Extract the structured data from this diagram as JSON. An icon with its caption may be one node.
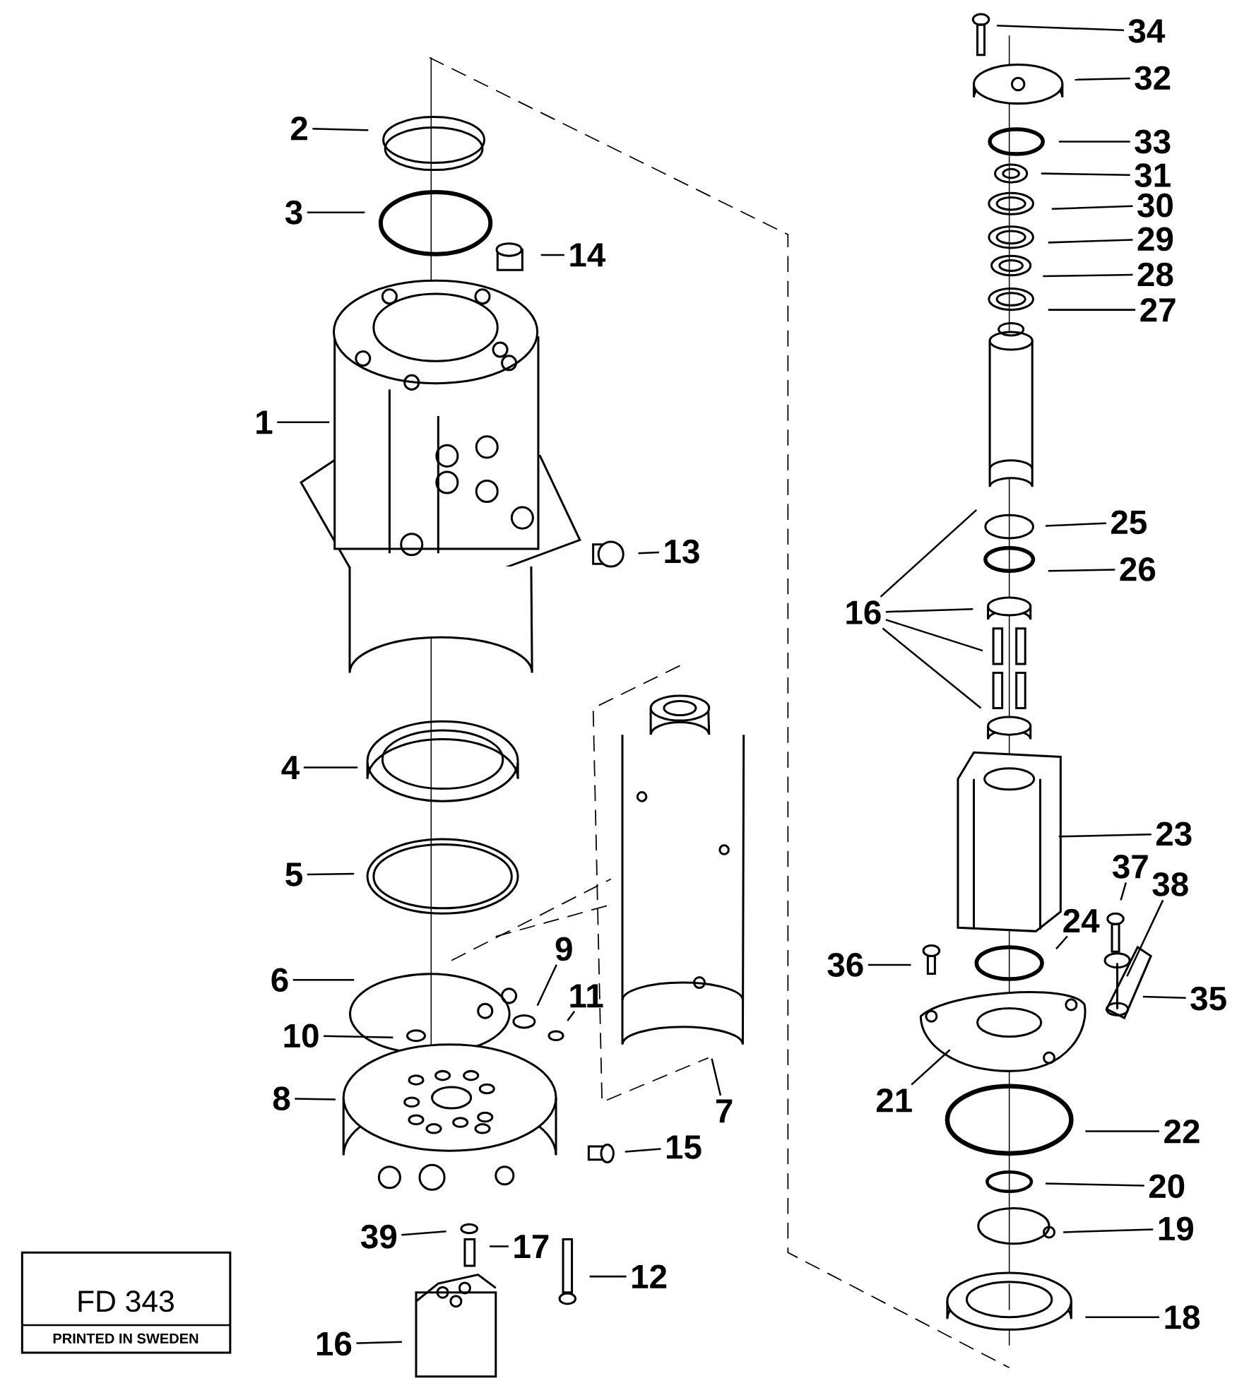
{
  "diagram": {
    "nodes": [
      {
        "text": [
          "34"
        ]
      },
      {
        "text": [
          "32"
        ]
      },
      {
        "text": [
          "2"
        ]
      },
      {
        "text": [
          "33"
        ]
      },
      {
        "text": [
          "31"
        ]
      },
      {
        "text": [
          "30"
        ]
      },
      {
        "text": [
          "3"
        ]
      },
      {
        "text": [
          "29"
        ]
      },
      {
        "text": [
          "14"
        ]
      },
      {
        "text": [
          "28"
        ]
      },
      {
        "text": [
          "27"
        ]
      },
      {
        "text": [
          "1"
        ]
      },
      {
        "text": [
          "25"
        ]
      },
      {
        "text": [
          "13"
        ]
      },
      {
        "text": [
          "26"
        ]
      },
      {
        "text": [
          "16"
        ]
      },
      {
        "text": [
          "4"
        ]
      },
      {
        "text": [
          "23"
        ]
      },
      {
        "text": [
          "37"
        ]
      },
      {
        "text": [
          "5"
        ]
      },
      {
        "text": [
          "38"
        ]
      },
      {
        "text": [
          "24"
        ]
      },
      {
        "text": [
          "9"
        ]
      },
      {
        "text": [
          "36"
        ]
      },
      {
        "text": [
          "6"
        ]
      },
      {
        "text": [
          "11"
        ]
      },
      {
        "text": [
          "35"
        ]
      },
      {
        "text": [
          "10"
        ]
      },
      {
        "text": [
          "21"
        ]
      },
      {
        "text": [
          "8"
        ]
      },
      {
        "text": [
          "7"
        ]
      },
      {
        "text": [
          "22"
        ]
      },
      {
        "text": [
          "15"
        ]
      },
      {
        "text": [
          "20"
        ]
      },
      {
        "text": [
          "19"
        ]
      },
      {
        "text": [
          "39"
        ]
      },
      {
        "text": [
          "17"
        ]
      },
      {
        "text": [
          "12"
        ]
      },
      {
        "text": [
          "18"
        ]
      },
      {
        "text": [
          "16"
        ]
      }
    ],
    "edges": [
      {
        "from": 0,
        "to": null,
        "arrow": "none"
      },
      {
        "from": 1,
        "to": null,
        "arrow": "none"
      },
      {
        "from": 2,
        "to": null,
        "arrow": "none"
      },
      {
        "from": 3,
        "to": null,
        "arrow": "none"
      },
      {
        "from": 4,
        "to": null,
        "arrow": "none"
      },
      {
        "from": 5,
        "to": null,
        "arrow": "none"
      },
      {
        "from": 6,
        "to": null,
        "arrow": "none"
      },
      {
        "from": 7,
        "to": null,
        "arrow": "none"
      },
      {
        "from": 8,
        "to": null,
        "arrow": "none"
      },
      {
        "from": 9,
        "to": null,
        "arrow": "none"
      },
      {
        "from": 10,
        "to": null,
        "arrow": "none"
      },
      {
        "from": 11,
        "to": null,
        "arrow": "none"
      },
      {
        "from": 12,
        "to": null,
        "arrow": "none"
      },
      {
        "from": 13,
        "to": null,
        "arrow": "none"
      },
      {
        "from": 14,
        "to": null,
        "arrow": "none"
      },
      {
        "from": 15,
        "to": null,
        "arrow": "none"
      },
      {
        "from": 15,
        "to": null,
        "arrow": "none"
      },
      {
        "from": 15,
        "to": null,
        "arrow": "none"
      },
      {
        "from": 15,
        "to": null,
        "arrow": "none"
      },
      {
        "from": 16,
        "to": null,
        "arrow": "none"
      },
      {
        "from": 17,
        "to": null,
        "arrow": "none"
      },
      {
        "from": 18,
        "to": null,
        "arrow": "none"
      },
      {
        "from": 19,
        "to": null,
        "arrow": "none"
      },
      {
        "from": 20,
        "to": null,
        "arrow": "none"
      },
      {
        "from": 21,
        "to": null,
        "arrow": "none"
      },
      {
        "from": 22,
        "to": null,
        "arrow": "none"
      },
      {
        "from": 23,
        "to": null,
        "arrow": "none"
      },
      {
        "from": 24,
        "to": null,
        "arrow": "none"
      },
      {
        "from": 25,
        "to": null,
        "arrow": "none"
      },
      {
        "from": 26,
        "to": null,
        "arrow": "none"
      },
      {
        "from": 27,
        "to": null,
        "arrow": "none"
      },
      {
        "from": 28,
        "to": null,
        "arrow": "none"
      },
      {
        "from": 29,
        "to": null,
        "arrow": "none"
      },
      {
        "from": 30,
        "to": null,
        "arrow": "none"
      },
      {
        "from": 31,
        "to": null,
        "arrow": "none"
      },
      {
        "from": 32,
        "to": null,
        "arrow": "none"
      },
      {
        "from": 33,
        "to": null,
        "arrow": "none"
      },
      {
        "from": 34,
        "to": null,
        "arrow": "none"
      },
      {
        "from": 35,
        "to": null,
        "arrow": "none"
      },
      {
        "from": 36,
        "to": null,
        "arrow": "none"
      },
      {
        "from": 37,
        "to": null,
        "arrow": "none"
      },
      {
        "from": 38,
        "to": null,
        "arrow": "none"
      },
      {
        "from": 39,
        "to": null,
        "arrow": "none"
      }
    ],
    "labels": [
      "FD 343",
      "PRINTED IN SWEDEN"
    ]
  }
}
